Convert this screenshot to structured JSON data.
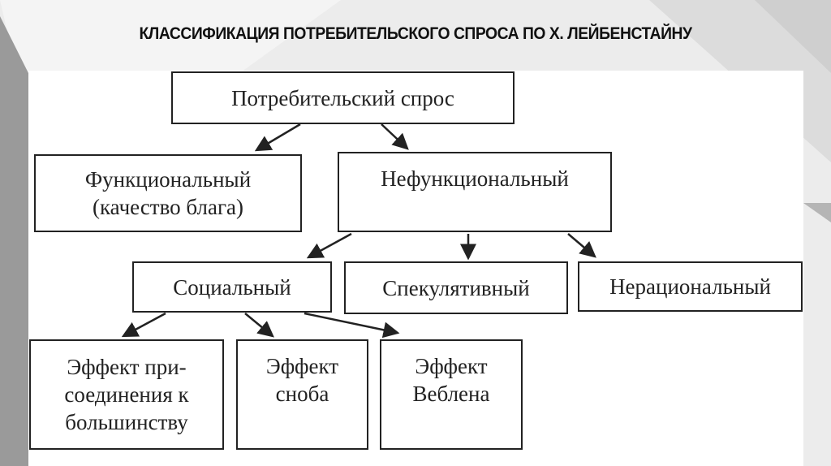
{
  "slide": {
    "title": "КЛАССИФИКАЦИЯ ПОТРЕБИТЕЛЬСКОГО СПРОСА ПО Х. ЛЕЙБЕНСТАЙНУ"
  },
  "diagram": {
    "root": "Потребительский спрос",
    "functional": {
      "line1": "Функциональный",
      "line2": "(качество блага)"
    },
    "nonfunctional": "Нефункциональный",
    "social": "Социальный",
    "speculative": "Спекулятивный",
    "irrational": "Нерациональный",
    "bandwagon": {
      "line1": "Эффект при-",
      "line2": "соединения к",
      "line3": "большинству"
    },
    "snob": {
      "line1": "Эффект",
      "line2": "сноба"
    },
    "veblen": {
      "line1": "Эффект",
      "line2": "Веблена"
    }
  }
}
